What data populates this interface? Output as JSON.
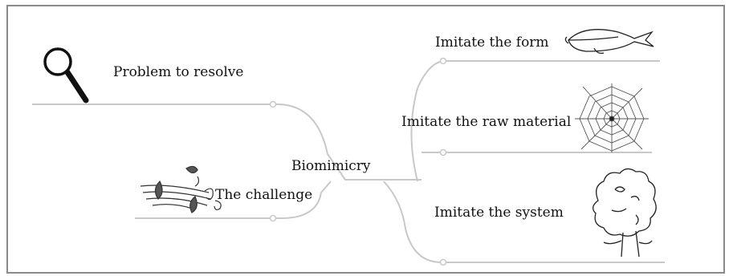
{
  "diagram": {
    "center": {
      "label": "Biomimicry"
    },
    "branches": [
      {
        "label": "Problem to resolve",
        "icon": "magnifier-icon"
      },
      {
        "label": "The challenge",
        "icon": "leaves-icon"
      },
      {
        "label": "Imitate the form",
        "icon": "whale-icon"
      },
      {
        "label": "Imitate the raw material",
        "icon": "spiderweb-icon"
      },
      {
        "label": "Imitate the system",
        "icon": "tree-icon"
      }
    ]
  },
  "colors": {
    "line": "#c8c8c8",
    "frame": "#8a8a8a",
    "ink": "#111111"
  }
}
